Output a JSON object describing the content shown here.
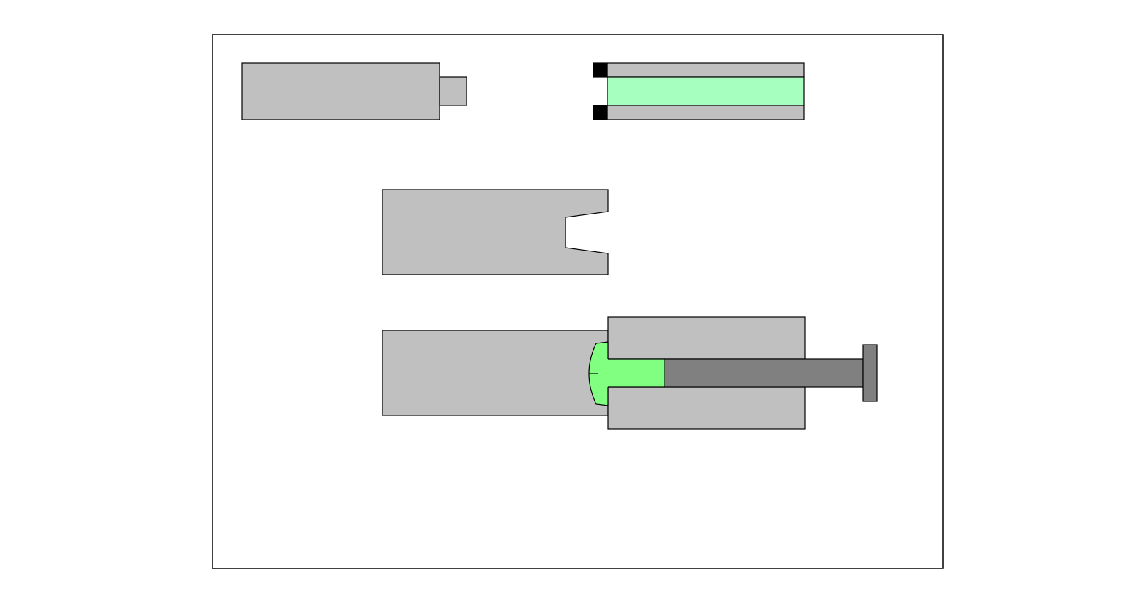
{
  "diagram": {
    "colors": {
      "background": "#ffffff",
      "frame": "#000000",
      "body_gray": "#c0c0c0",
      "piston_gray": "#808080",
      "seal_green": "#a6ffbf",
      "sample_green": "#80ff80",
      "cap_black": "#000000",
      "outline": "#000000"
    },
    "parts": [
      "stepped-plug",
      "sleeve-with-seal",
      "notched-block",
      "assembled-press"
    ]
  }
}
